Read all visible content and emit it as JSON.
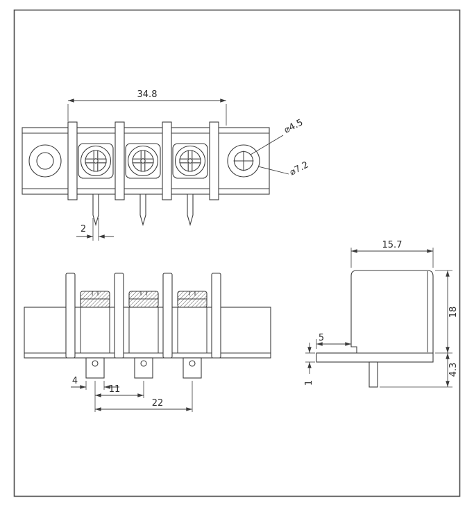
{
  "page": {
    "background": "#ffffff",
    "border_color": "#4a4a4a",
    "line_color": "#3b3b3b"
  },
  "drawing": {
    "subject": "barrier-terminal-block-3-pole",
    "views": {
      "top": {
        "dims": {
          "overall_width": "34.8",
          "hole_diameter_inner": "⌀4.5",
          "hole_diameter_outer": "⌀7.2",
          "pin_thickness": "2"
        }
      },
      "front": {
        "dims": {
          "tab_width": "4",
          "pin_pitch": "11",
          "pin_span": "22"
        }
      },
      "side": {
        "dims": {
          "body_depth": "15.7",
          "flange_extension": "5",
          "body_height": "18",
          "base_thickness": "1",
          "pin_below_base": "4.3"
        }
      }
    }
  }
}
